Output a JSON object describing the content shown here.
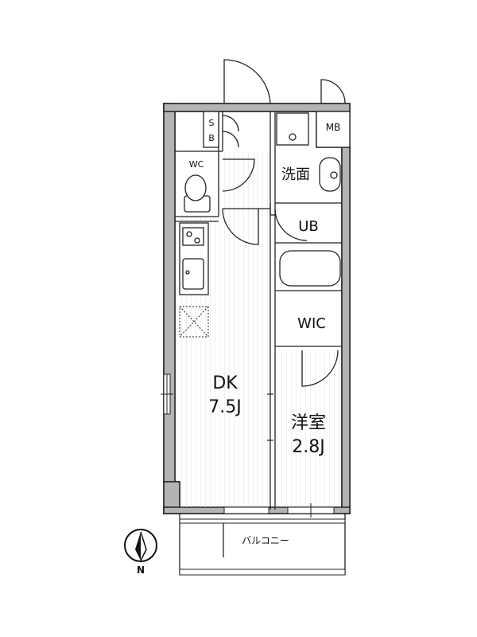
{
  "rooms": {
    "dk_name": "DK",
    "dk_size": "7.5J",
    "western_name": "洋室",
    "western_size": "2.8J",
    "washroom": "洗面",
    "bath": "UB",
    "closet": "WIC",
    "toilet": "WC",
    "shoe_box_s": "S",
    "shoe_box_b": "B",
    "meter_box": "MB",
    "balcony": "バルコニー"
  },
  "compass": {
    "north_label": "N"
  }
}
